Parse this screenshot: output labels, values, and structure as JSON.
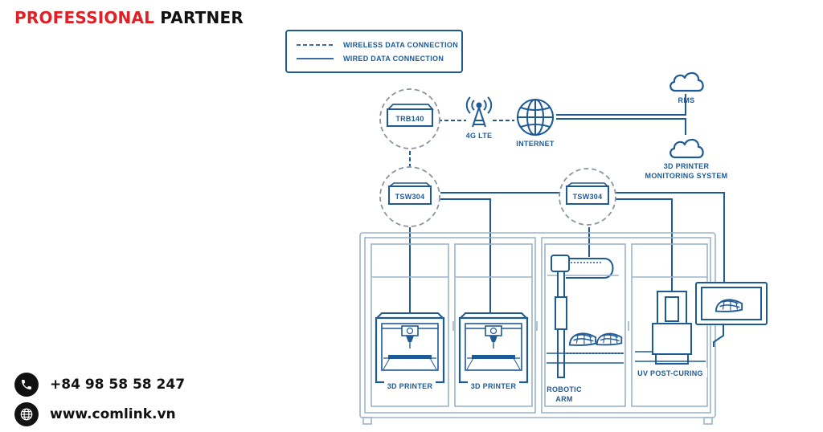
{
  "brand": {
    "part1": "PROFESSIONAL",
    "part2": "PARTNER"
  },
  "contact": {
    "phone": "+84 98 58 58 247",
    "website": "www.comlink.vn"
  },
  "icons": {
    "phone": "phone-icon",
    "globe": "globe-icon"
  },
  "colors": {
    "brand_red": "#e02027",
    "diagram_blue": "#1e5a96",
    "cabinet_blue": "#9cb4cc"
  },
  "diagram": {
    "legend": {
      "wireless": "WIRELESS DATA CONNECTION",
      "wired": "WIRED DATA CONNECTION"
    },
    "nodes": {
      "router": "TRB140",
      "lte": "4G LTE",
      "internet": "INTERNET",
      "rms": "RMS",
      "monitor_line1": "3D PRINTER",
      "monitor_line2": "MONITORING SYSTEM",
      "switch_left": "TSW304",
      "switch_right": "TSW304",
      "printer1": "3D PRINTER",
      "printer2": "3D PRINTER",
      "arm_line1": "ROBOTIC",
      "arm_line2": "ARM",
      "uv": "UV POST-CURING"
    }
  }
}
